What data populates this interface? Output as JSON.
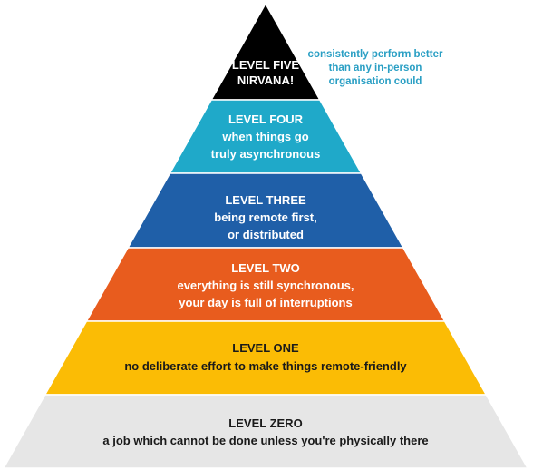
{
  "pyramid": {
    "levels": [
      {
        "id": "five",
        "title": "LEVEL FIVE",
        "lines": [
          "NIRVANA!"
        ],
        "fill": "#000000",
        "text_color": "#ffffff"
      },
      {
        "id": "four",
        "title": "LEVEL FOUR",
        "lines": [
          "when things go",
          "truly asynchronous"
        ],
        "fill": "#1FA9C9",
        "text_color": "#ffffff"
      },
      {
        "id": "three",
        "title": "LEVEL THREE",
        "lines": [
          "being remote first,",
          "or distributed"
        ],
        "fill": "#1F5FA8",
        "text_color": "#ffffff"
      },
      {
        "id": "two",
        "title": "LEVEL TWO",
        "lines": [
          "everything is still synchronous,",
          "your day is full of interruptions"
        ],
        "fill": "#E85C1E",
        "text_color": "#ffffff"
      },
      {
        "id": "one",
        "title": "LEVEL ONE",
        "lines": [
          "no deliberate effort to make things remote-friendly"
        ],
        "fill": "#FBBC05",
        "text_color": "#1a1a1a"
      },
      {
        "id": "zero",
        "title": "LEVEL ZERO",
        "lines": [
          "a job which cannot be done unless you're physically there"
        ],
        "fill": "#E6E6E6",
        "text_color": "#1a1a1a"
      }
    ]
  },
  "side_note": {
    "lines": [
      "consistently perform better",
      "than any in-person",
      "organisation could"
    ],
    "color": "#2A9FC4"
  }
}
